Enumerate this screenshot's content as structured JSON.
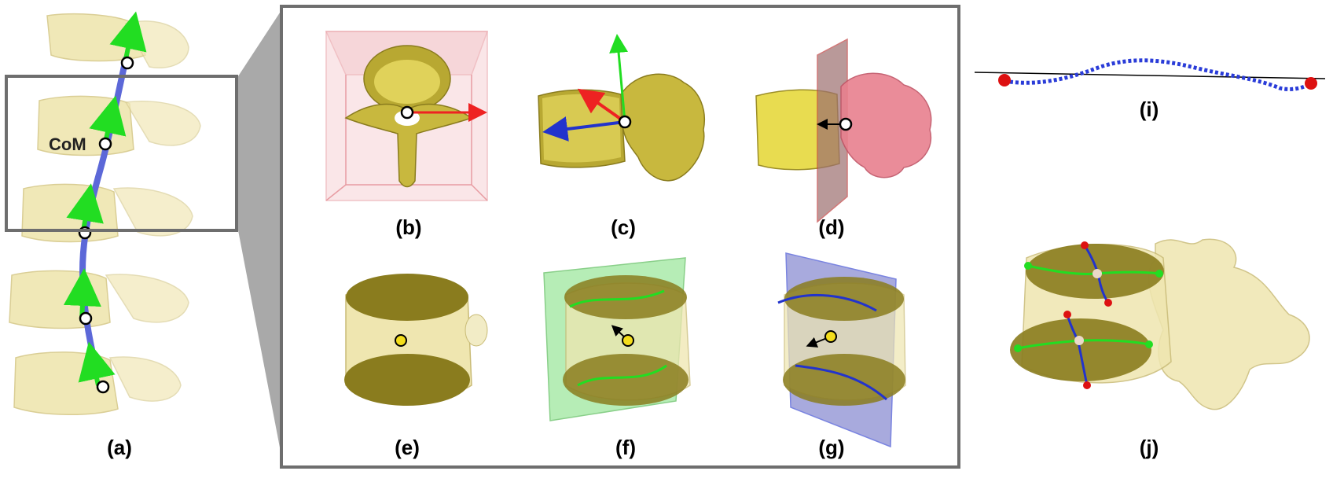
{
  "figure": {
    "com_label": "CoM",
    "panels": [
      {
        "id": "a",
        "label": "(a)"
      },
      {
        "id": "b",
        "label": "(b)"
      },
      {
        "id": "c",
        "label": "(c)"
      },
      {
        "id": "d",
        "label": "(d)"
      },
      {
        "id": "e",
        "label": "(e)"
      },
      {
        "id": "f",
        "label": "(f)"
      },
      {
        "id": "g",
        "label": "(g)"
      },
      {
        "id": "i",
        "label": "(i)"
      },
      {
        "id": "j",
        "label": "(j)"
      }
    ]
  },
  "colors": {
    "bone_fill": "#efe6b0",
    "bone_dark": "#b8a832",
    "bone_bright": "#e8dc50",
    "spine_curve": "#5c68d8",
    "green_arrow": "#22dd22",
    "red_arrow": "#ee2222",
    "blue_arrow": "#2233cc",
    "frame_gray": "#6e6e6e",
    "pink_box": "#f0b8bc",
    "pink_process": "#e8808e",
    "green_plane": "#7ce07c",
    "blue_plane": "#6f73c8",
    "red_dot": "#dd1111",
    "yellow_dot": "#f3dd1c"
  },
  "icons": [
    "vertebra-model",
    "center-of-mass-marker",
    "direction-arrow",
    "cutting-plane",
    "bounding-box"
  ]
}
